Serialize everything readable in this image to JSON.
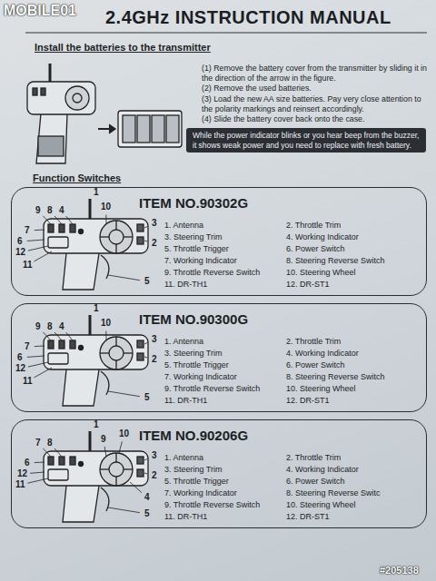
{
  "diagram": {
    "title": "2.4GHz INSTRUCTION MANUAL",
    "nodes": [
      {
        "text": [
          "While the power indicator blinks or you hear beep from the buzzer, it shows weak power and you need to replace with fresh battery."
        ]
      },
      {
        "text": [
          "ITEM NO.90302G",
          "1. Antenna",
          "2. Throttle Trim",
          "3. Steering Trim",
          "4. Working Indicator",
          "5. Throttle Trigger",
          "6. Power Switch",
          "7. Working Indicator",
          "8. Steering Reverse Switch",
          "9. Throttle Reverse Switch",
          "10. Steering Wheel",
          "11. DR-TH1",
          "12. DR-ST1"
        ]
      },
      {
        "text": [
          "ITEM NO.90300G",
          "1. Antenna",
          "2. Throttle Trim",
          "3. Steering Trim",
          "4. Working Indicator",
          "5. Throttle Trigger",
          "6. Power Switch",
          "7. Working Indicator",
          "8. Steering Reverse Switch",
          "9. Throttle Reverse Switch",
          "10. Steering Wheel",
          "11. DR-TH1",
          "12. DR-ST1"
        ]
      },
      {
        "text": [
          "ITEM NO.90206G",
          "1. Antenna",
          "2. Throttle Trim",
          "3. Steering Trim",
          "4. Working Indicator",
          "5. Throttle Trigger",
          "6. Power Switch",
          "7. Working Indicator",
          "8. Steering Reverse Switc",
          "9. Throttle Reverse Switch",
          "10. Steering Wheel",
          "11. DR-TH1",
          "12. DR-ST1"
        ]
      }
    ],
    "labels": [
      "MOBILE01",
      "Install the batteries to the transmitter",
      "(1) Remove the battery cover from the transmitter by sliding it in the direction of the arrow in the figure.",
      "(2) Remove the used batteries.",
      "(3) Load the new AA size batteries. Pay very close attention to the polarity markings and reinsert accordingly.",
      "(4) Slide the battery cover back onto the case.",
      "Function Switches",
      "1",
      "10",
      "9",
      "8",
      "4",
      "7",
      "6",
      "12",
      "11",
      "3",
      "2",
      "5",
      "9",
      "8",
      "4",
      "1",
      "10",
      "7",
      "6",
      "12",
      "11",
      "3",
      "2",
      "5",
      "7",
      "8",
      "1",
      "9",
      "10",
      "6",
      "12",
      "11",
      "3",
      "2",
      "4",
      "5",
      "#205138"
    ]
  }
}
